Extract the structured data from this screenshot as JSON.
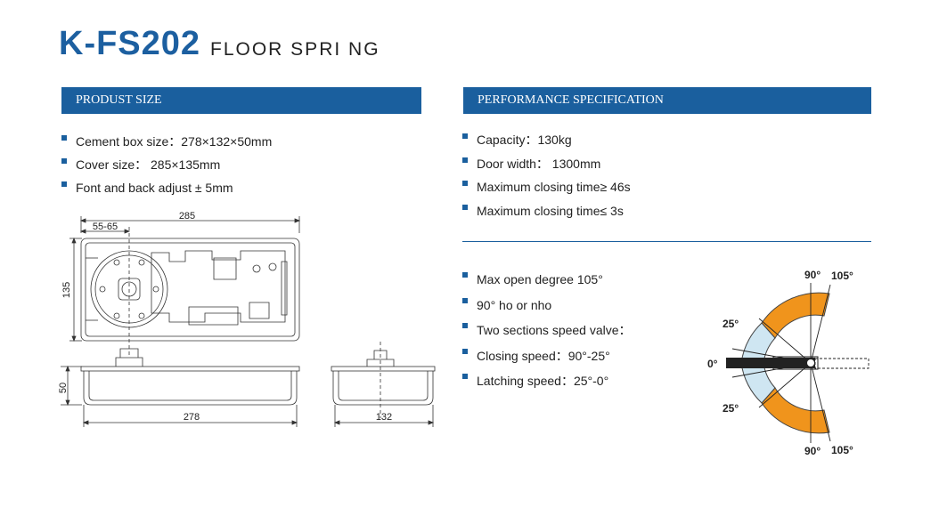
{
  "header": {
    "code": "K-FS202",
    "name": "FLOOR SPRI NG"
  },
  "product_size": {
    "title": "PRODUST SIZE",
    "items": [
      "Cement box size：278×132×50mm",
      "Cover size：  285×135mm",
      "Font and back adjust ± 5mm"
    ]
  },
  "performance": {
    "title": "PERFORMANCE SPECIFICATION",
    "items": [
      "Capacity：130kg",
      "Door width：  1300mm",
      "Maximum closing time≥ 46s",
      "Maximum closing time≤ 3s"
    ],
    "items2": [
      "Max open degree 105°",
      "90° ho or nho",
      "Two sections speed valve：",
      "Closing speed：90°-25°",
      "Latching speed：25°-0°"
    ]
  },
  "drawing": {
    "d285": "285",
    "d5565": "55-65",
    "d135": "135",
    "d50": "50",
    "d278": "278",
    "d132": "132"
  },
  "angles": {
    "a90top": "90°",
    "a105top": "105°",
    "a25top": "25°",
    "a0": "0°",
    "a25bot": "25°",
    "a90bot": "90°",
    "a105bot": "105°"
  },
  "colors": {
    "brand": "#1a5f9e",
    "closing_zone": "#f0941c",
    "latching_zone": "#cfe6f2"
  }
}
